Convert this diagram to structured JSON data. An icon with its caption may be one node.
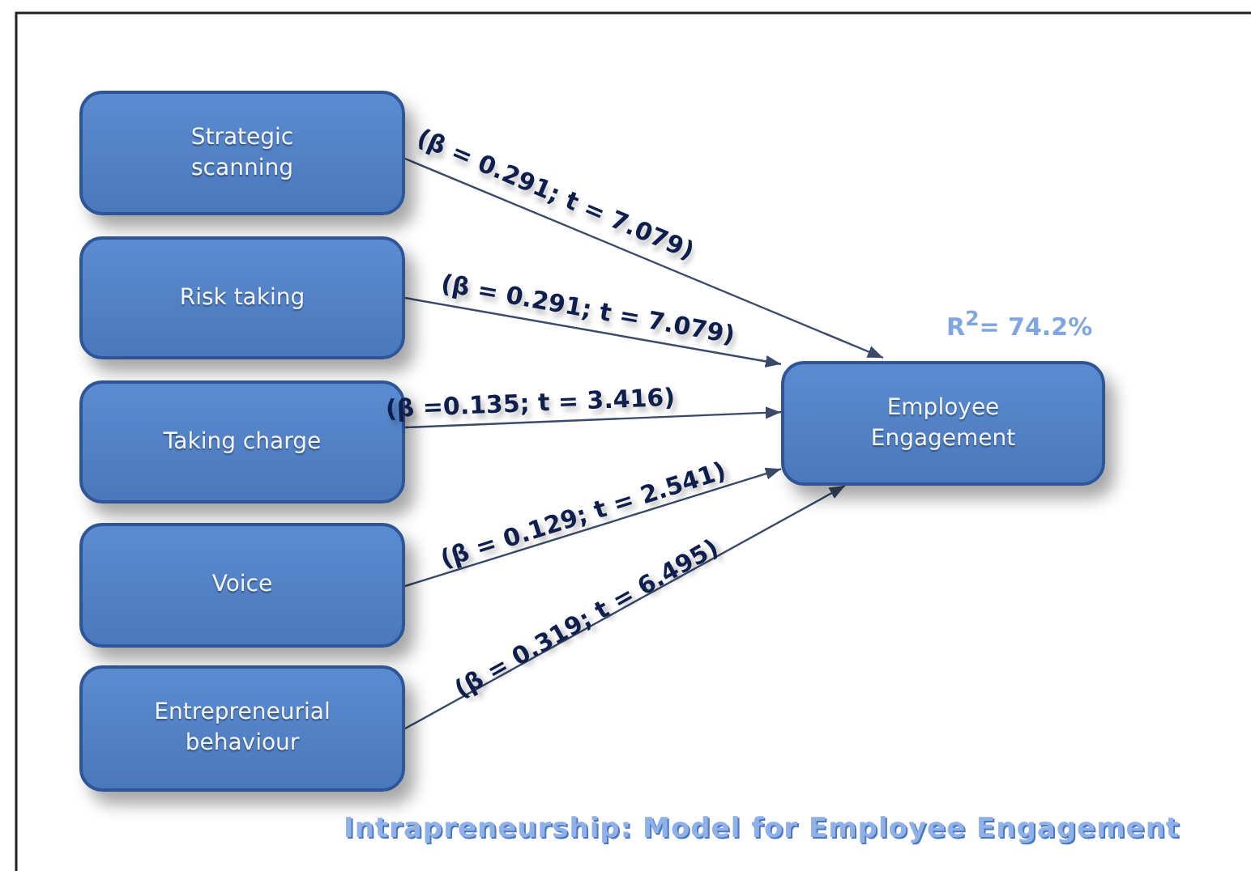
{
  "diagram": {
    "caption": "Intrapreneurship: Model for Employee Engagement",
    "nodes": [
      {
        "text": [
          "Strategic scanning"
        ]
      },
      {
        "text": [
          "Risk taking"
        ]
      },
      {
        "text": [
          "Taking charge"
        ]
      },
      {
        "text": [
          "Voice"
        ]
      },
      {
        "text": [
          "Entrepreneurial behaviour"
        ]
      },
      {
        "text": [
          "Employee Engagement"
        ],
        "beside": [
          "R$^{2}$= 74.2%"
        ]
      }
    ],
    "edges": [
      {
        "from": 0,
        "to": 5,
        "arrow": "to",
        "label": "(β = 0.291; t = 7.079)"
      },
      {
        "from": 1,
        "to": 5,
        "arrow": "to",
        "label": "(β = 0.291; t = 7.079)"
      },
      {
        "from": 2,
        "to": 5,
        "arrow": "to",
        "label": "(β =0.135; t = 3.416)"
      },
      {
        "from": 3,
        "to": 5,
        "arrow": "to",
        "label": "(β = 0.129; t = 2.541)"
      },
      {
        "from": 4,
        "to": 5,
        "arrow": "to",
        "label": "(β = 0.319; t = 6.495)"
      }
    ]
  }
}
